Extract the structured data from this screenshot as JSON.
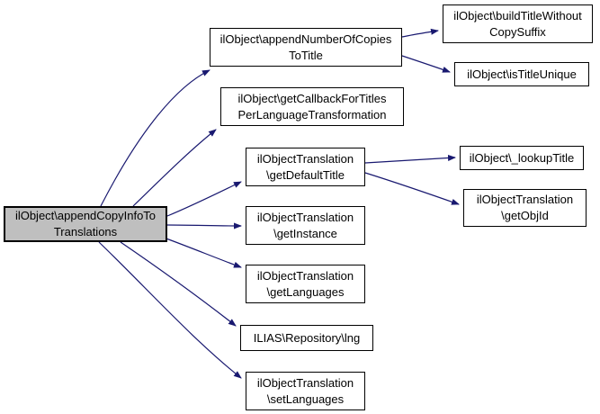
{
  "diagram": {
    "type": "call-graph",
    "colors": {
      "background": "#ffffff",
      "edge": "#191970",
      "node_border": "#000000",
      "node_fill": "#ffffff",
      "highlighted_node_fill": "#bfbfbf",
      "text": "#000000"
    },
    "nodes": [
      {
        "id": "append-copy-info-to-translations",
        "label": "ilObject\\appendCopyInfoTo\nTranslations",
        "highlighted": true
      },
      {
        "id": "append-number-of-copies-to-title",
        "label": "ilObject\\appendNumberOfCopies\nToTitle",
        "highlighted": false
      },
      {
        "id": "get-callback-for-titles-per-language-transformation",
        "label": "ilObject\\getCallbackForTitles\nPerLanguageTransformation",
        "highlighted": false
      },
      {
        "id": "get-default-title",
        "label": "ilObjectTranslation\n\\getDefaultTitle",
        "highlighted": false
      },
      {
        "id": "get-instance",
        "label": "ilObjectTranslation\n\\getInstance",
        "highlighted": false
      },
      {
        "id": "get-languages",
        "label": "ilObjectTranslation\n\\getLanguages",
        "highlighted": false
      },
      {
        "id": "ilias-repository-lng",
        "label": "ILIAS\\Repository\\lng",
        "highlighted": false
      },
      {
        "id": "set-languages",
        "label": "ilObjectTranslation\n\\setLanguages",
        "highlighted": false
      },
      {
        "id": "build-title-without-copy-suffix",
        "label": "ilObject\\buildTitleWithout\nCopySuffix",
        "highlighted": false
      },
      {
        "id": "is-title-unique",
        "label": "ilObject\\isTitleUnique",
        "highlighted": false
      },
      {
        "id": "lookup-title",
        "label": "ilObject\\_lookupTitle",
        "highlighted": false
      },
      {
        "id": "get-obj-id",
        "label": "ilObjectTranslation\n\\getObjId",
        "highlighted": false
      }
    ],
    "edges": [
      {
        "from": "append-copy-info-to-translations",
        "to": "append-number-of-copies-to-title"
      },
      {
        "from": "append-copy-info-to-translations",
        "to": "get-callback-for-titles-per-language-transformation"
      },
      {
        "from": "append-copy-info-to-translations",
        "to": "get-default-title"
      },
      {
        "from": "append-copy-info-to-translations",
        "to": "get-instance"
      },
      {
        "from": "append-copy-info-to-translations",
        "to": "get-languages"
      },
      {
        "from": "append-copy-info-to-translations",
        "to": "ilias-repository-lng"
      },
      {
        "from": "append-copy-info-to-translations",
        "to": "set-languages"
      },
      {
        "from": "append-number-of-copies-to-title",
        "to": "build-title-without-copy-suffix"
      },
      {
        "from": "append-number-of-copies-to-title",
        "to": "is-title-unique"
      },
      {
        "from": "get-default-title",
        "to": "lookup-title"
      },
      {
        "from": "get-default-title",
        "to": "get-obj-id"
      }
    ]
  }
}
